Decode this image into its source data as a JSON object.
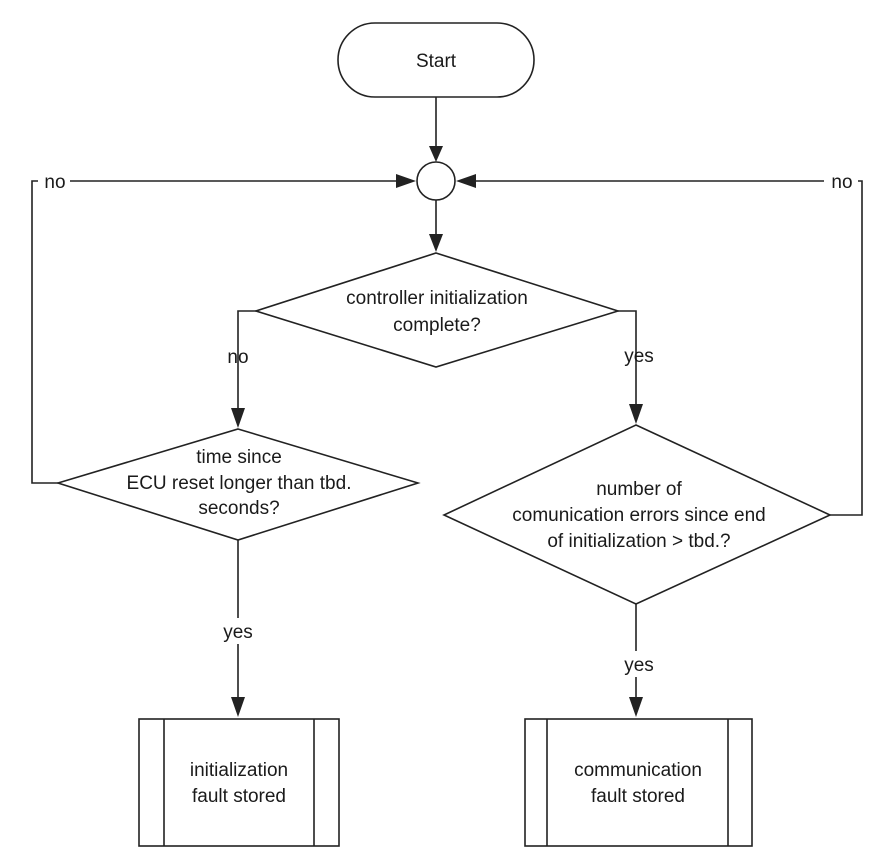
{
  "start": {
    "label": "Start"
  },
  "decision_init": {
    "lines": [
      "controller initialization",
      "complete?"
    ]
  },
  "decision_time": {
    "lines": [
      "time since",
      "ECU reset longer than tbd.",
      "seconds?"
    ]
  },
  "decision_comm": {
    "lines": [
      "number of",
      "comunication errors since end",
      "of initialization > tbd.?"
    ]
  },
  "process_init_fault": {
    "lines": [
      "initialization",
      "fault stored"
    ]
  },
  "process_comm_fault": {
    "lines": [
      "communication",
      "fault stored"
    ]
  },
  "labels": {
    "loop_left_no": "no",
    "loop_right_no": "no",
    "branch_no": "no",
    "branch_yes": "yes",
    "time_yes": "yes",
    "comm_yes": "yes"
  }
}
